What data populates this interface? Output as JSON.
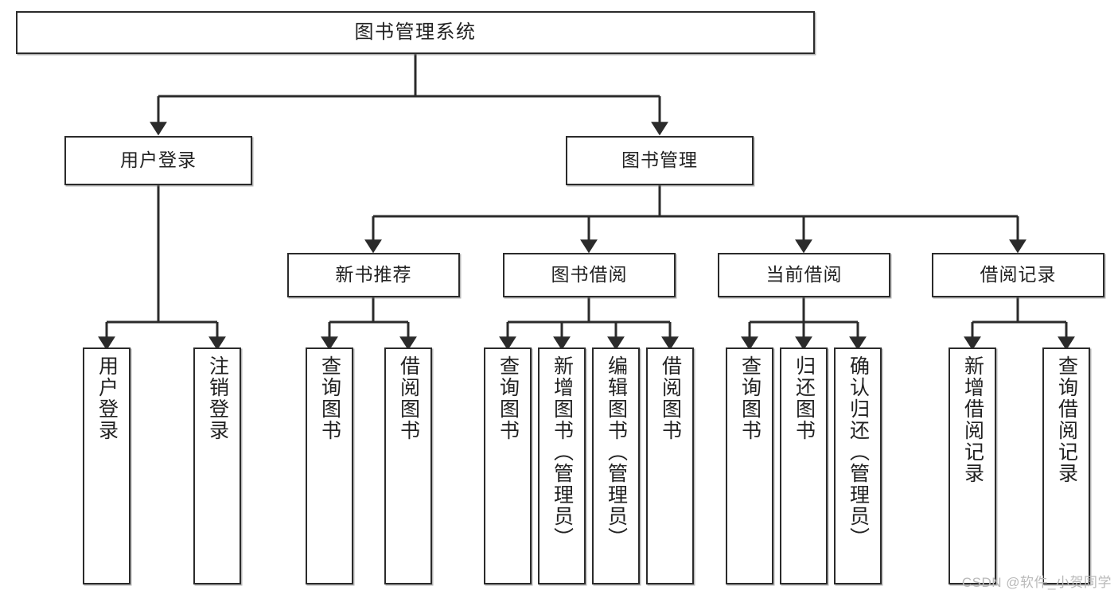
{
  "diagram": {
    "title": "图书管理系统",
    "type": "tree-hierarchy",
    "orientation": "top-down",
    "colors": {
      "background": "#ffffff",
      "node_border": "#2b2b2b",
      "node_fill": "#ffffff",
      "edge": "#2b2b2b",
      "text": "#222222",
      "watermark": "#b9b9b9"
    },
    "root": {
      "id": "root",
      "label": "图书管理系统"
    },
    "level2": [
      {
        "id": "user-login",
        "label": "用户登录"
      },
      {
        "id": "book-manage",
        "label": "图书管理"
      }
    ],
    "level3": [
      {
        "id": "new-book-recommend",
        "label": "新书推荐",
        "parent": "book-manage"
      },
      {
        "id": "book-borrow",
        "label": "图书借阅",
        "parent": "book-manage"
      },
      {
        "id": "current-borrow",
        "label": "当前借阅",
        "parent": "book-manage"
      },
      {
        "id": "borrow-record",
        "label": "借阅记录",
        "parent": "book-manage"
      }
    ],
    "leaves": [
      {
        "id": "leaf-user-login",
        "label": "用户登录",
        "parent": "user-login"
      },
      {
        "id": "leaf-user-logout",
        "label": "注销登录",
        "parent": "user-login"
      },
      {
        "id": "leaf-query-book-1",
        "label": "查询图书",
        "parent": "new-book-recommend"
      },
      {
        "id": "leaf-borrow-book-1",
        "label": "借阅图书",
        "parent": "new-book-recommend"
      },
      {
        "id": "leaf-query-book-2",
        "label": "查询图书",
        "parent": "book-borrow"
      },
      {
        "id": "leaf-add-book",
        "label": "新增图书（管理员）",
        "parent": "book-borrow"
      },
      {
        "id": "leaf-edit-book",
        "label": "编辑图书（管理员）",
        "parent": "book-borrow"
      },
      {
        "id": "leaf-borrow-book-2",
        "label": "借阅图书",
        "parent": "book-borrow"
      },
      {
        "id": "leaf-query-book-3",
        "label": "查询图书",
        "parent": "current-borrow"
      },
      {
        "id": "leaf-return-book",
        "label": "归还图书",
        "parent": "current-borrow"
      },
      {
        "id": "leaf-confirm-return",
        "label": "确认归还（管理员）",
        "parent": "current-borrow"
      },
      {
        "id": "leaf-add-record",
        "label": "新增借阅记录",
        "parent": "borrow-record"
      },
      {
        "id": "leaf-query-record",
        "label": "查询借阅记录",
        "parent": "borrow-record"
      }
    ],
    "watermark": "CSDN @软件_小贺同学"
  }
}
